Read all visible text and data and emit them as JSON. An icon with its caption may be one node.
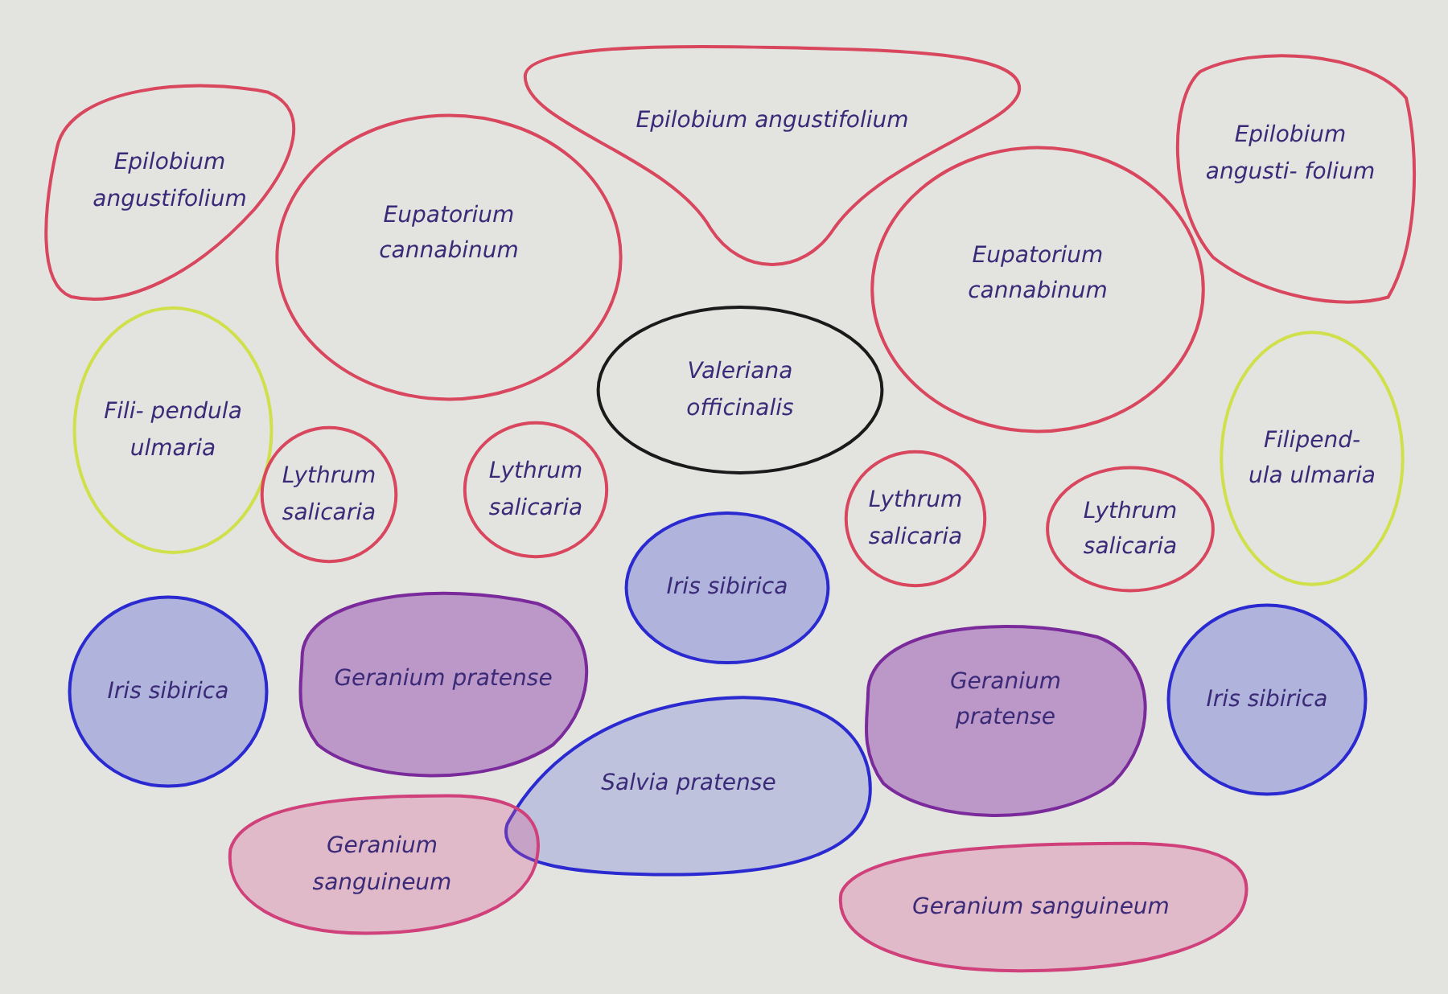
{
  "diagram": {
    "nodes": [
      {
        "text": [
          "Epilobium angustifolium"
        ]
      },
      {
        "text": [
          "Eupatorium cannabinum"
        ]
      },
      {
        "text": [
          "Epilobium angustifolium"
        ]
      },
      {
        "text": [
          "Epilobium angusti- folium"
        ]
      },
      {
        "text": [
          "Eupatorium cannabinum"
        ]
      },
      {
        "text": [
          "Fili- pendula ulmaria"
        ]
      },
      {
        "text": [
          "Valeriana officinalis"
        ]
      },
      {
        "text": [
          "Filipend- ula ulmaria"
        ]
      },
      {
        "text": [
          "Lythrum salicaria"
        ]
      },
      {
        "text": [
          "Lythrum salicaria"
        ]
      },
      {
        "text": [
          "Lythrum salicaria"
        ]
      },
      {
        "text": [
          "Lythrum salicaria"
        ]
      },
      {
        "text": [
          "Iris sibirica"
        ]
      },
      {
        "text": [
          "Iris sibirica"
        ]
      },
      {
        "text": [
          "Geranium pratense"
        ]
      },
      {
        "text": [
          "Geranium pratense"
        ]
      },
      {
        "text": [
          "Iris sibirica"
        ]
      },
      {
        "text": [
          "Salvia pratense"
        ]
      },
      {
        "text": [
          "Geranium sanguineum"
        ]
      },
      {
        "text": [
          "Geranium sanguineum"
        ]
      }
    ]
  }
}
